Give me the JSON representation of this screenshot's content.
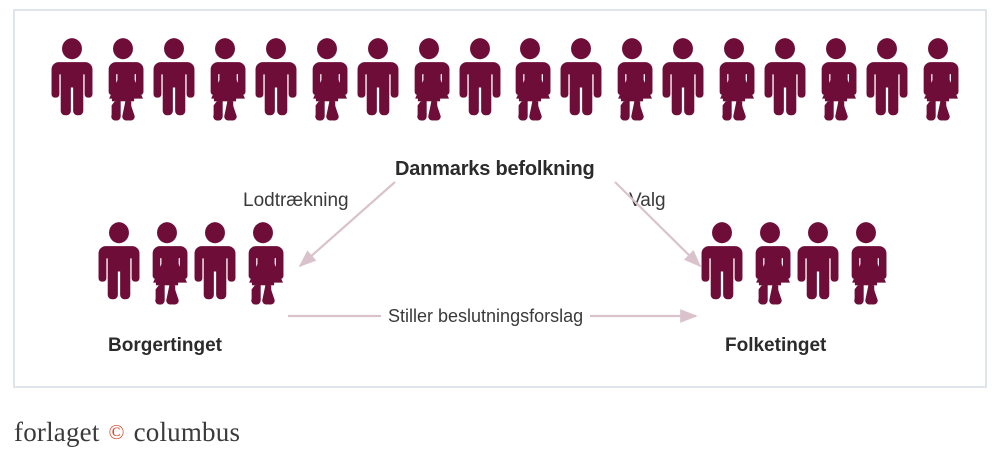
{
  "figure": {
    "title_label": "Danmarks befolkning",
    "colors": {
      "pictogram": "#6d0d38",
      "panel_border": "#dfe5ea",
      "arrow": "#d9c2cc",
      "text": "#2b2b2b",
      "copyright_mark": "#d4442a"
    }
  },
  "population": {
    "label": "Danmarks befolkning",
    "count": 18,
    "people": [
      {
        "gender": "male",
        "icon": "person-male-icon"
      },
      {
        "gender": "female",
        "icon": "person-female-icon"
      },
      {
        "gender": "male",
        "icon": "person-male-icon"
      },
      {
        "gender": "female",
        "icon": "person-female-icon"
      },
      {
        "gender": "male",
        "icon": "person-male-icon"
      },
      {
        "gender": "female",
        "icon": "person-female-icon"
      },
      {
        "gender": "male",
        "icon": "person-male-icon"
      },
      {
        "gender": "female",
        "icon": "person-female-icon"
      },
      {
        "gender": "male",
        "icon": "person-male-icon"
      },
      {
        "gender": "female",
        "icon": "person-female-icon"
      },
      {
        "gender": "male",
        "icon": "person-male-icon"
      },
      {
        "gender": "female",
        "icon": "person-female-icon"
      },
      {
        "gender": "male",
        "icon": "person-male-icon"
      },
      {
        "gender": "female",
        "icon": "person-female-icon"
      },
      {
        "gender": "male",
        "icon": "person-male-icon"
      },
      {
        "gender": "female",
        "icon": "person-female-icon"
      },
      {
        "gender": "male",
        "icon": "person-male-icon"
      },
      {
        "gender": "female",
        "icon": "person-female-icon"
      }
    ]
  },
  "borgertinget": {
    "label": "Borgertinget",
    "count": 4,
    "people": [
      {
        "gender": "male",
        "icon": "person-male-icon"
      },
      {
        "gender": "female",
        "icon": "person-female-icon"
      },
      {
        "gender": "male",
        "icon": "person-male-icon"
      },
      {
        "gender": "female",
        "icon": "person-female-icon"
      }
    ]
  },
  "folketinget": {
    "label": "Folketinget",
    "count": 4,
    "people": [
      {
        "gender": "male",
        "icon": "person-male-icon"
      },
      {
        "gender": "female",
        "icon": "person-female-icon"
      },
      {
        "gender": "male",
        "icon": "person-male-icon"
      },
      {
        "gender": "female",
        "icon": "person-female-icon"
      }
    ]
  },
  "arrows": [
    {
      "id": "lodtraekning",
      "label": "Lodtrækning",
      "from": "Danmarks befolkning",
      "to": "Borgertinget",
      "direction": "down-left"
    },
    {
      "id": "valg",
      "label": "Valg",
      "from": "Danmarks befolkning",
      "to": "Folketinget",
      "direction": "down-right"
    },
    {
      "id": "beslutningsforslag",
      "label": "Stiller beslutningsforslag",
      "from": "Borgertinget",
      "to": "Folketinget",
      "direction": "right"
    }
  ],
  "footer": {
    "word_before": "forlaget",
    "copyright_symbol": "©",
    "word_after": "columbus"
  }
}
